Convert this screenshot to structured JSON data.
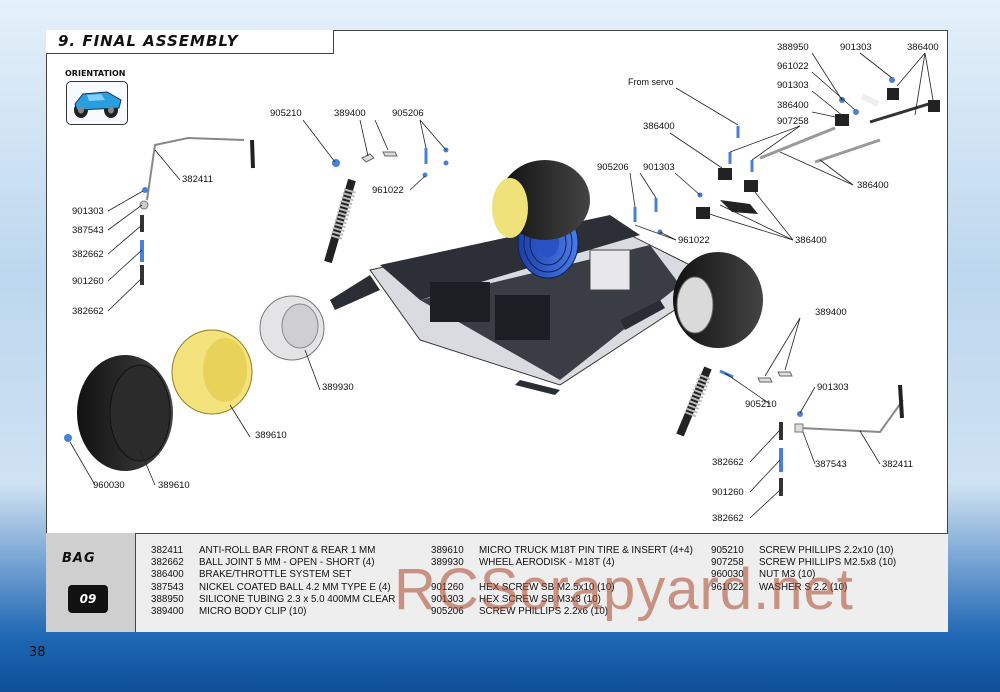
{
  "header": {
    "title": "9. FINAL ASSEMBLY",
    "orientation_label": "ORIENTATION"
  },
  "callouts": {
    "c388950": "388950",
    "c901303_top": "901303",
    "c386400_top": "386400",
    "c961022_top": "961022",
    "c901303_mid": "901303",
    "c386400_mid": "386400",
    "c907258": "907258",
    "from_servo": "From servo",
    "c386400_left": "386400",
    "c386400_right": "386400",
    "c386400_lower": "386400",
    "c905210_top": "905210",
    "c389400_top": "389400",
    "c905206_top": "905206",
    "c961022_mid": "961022",
    "c382411_left": "382411",
    "c901303_left": "901303",
    "c387543_left": "387543",
    "c382662_left_a": "382662",
    "c901260_left": "901260",
    "c382662_left_b": "382662",
    "c905206_mid": "905206",
    "c901303_center": "901303",
    "c961022_center": "961022",
    "c389400_right": "389400",
    "c389930": "389930",
    "c389610_insert": "389610",
    "c905210_right": "905210",
    "c901303_right": "901303",
    "c382662_right_a": "382662",
    "c387543_right": "387543",
    "c382411_right": "382411",
    "c901260_right": "901260",
    "c382662_right_b": "382662",
    "c960030": "960030",
    "c389610_tire": "389610"
  },
  "legend": {
    "bag_label": "BAG",
    "bag_number": "09",
    "columns": [
      [
        {
          "code": "382411",
          "desc": "ANTI-ROLL BAR FRONT & REAR 1 MM"
        },
        {
          "code": "382662",
          "desc": "BALL JOINT 5 MM - OPEN - SHORT (4)"
        },
        {
          "code": "386400",
          "desc": "BRAKE/THROTTLE SYSTEM SET"
        },
        {
          "code": "387543",
          "desc": "NICKEL COATED BALL 4.2 MM TYPE E (4)"
        },
        {
          "code": "388950",
          "desc": "SILICONE TUBING 2.3 x 5.0  400MM CLEAR"
        },
        {
          "code": "389400",
          "desc": "MICRO BODY CLIP (10)"
        }
      ],
      [
        {
          "code": "389610",
          "desc": "MICRO TRUCK M18T PIN TIRE & INSERT (4+4)"
        },
        {
          "code": "389930",
          "desc": "WHEEL AERODISK - M18T (4)"
        },
        {
          "code": "",
          "desc": ""
        },
        {
          "code": "901260",
          "desc": "HEX SCREW SB M2.5x10  (10)"
        },
        {
          "code": "901303",
          "desc": "HEX SCREW SB M3x3  (10)"
        },
        {
          "code": "905206",
          "desc": "SCREW PHILLIPS 2.2x6  (10)"
        }
      ],
      [
        {
          "code": "905210",
          "desc": "SCREW PHILLIPS 2.2x10  (10)"
        },
        {
          "code": "907258",
          "desc": "SCREW PHILLIPS M2.5x8  (10)"
        },
        {
          "code": "960030",
          "desc": "NUT M3  (10)"
        },
        {
          "code": "961022",
          "desc": "WASHER S 2.2  (10)"
        },
        {
          "code": "",
          "desc": ""
        },
        {
          "code": "",
          "desc": ""
        }
      ]
    ]
  },
  "watermark": "RCScrapyard.net",
  "page_number": "38"
}
